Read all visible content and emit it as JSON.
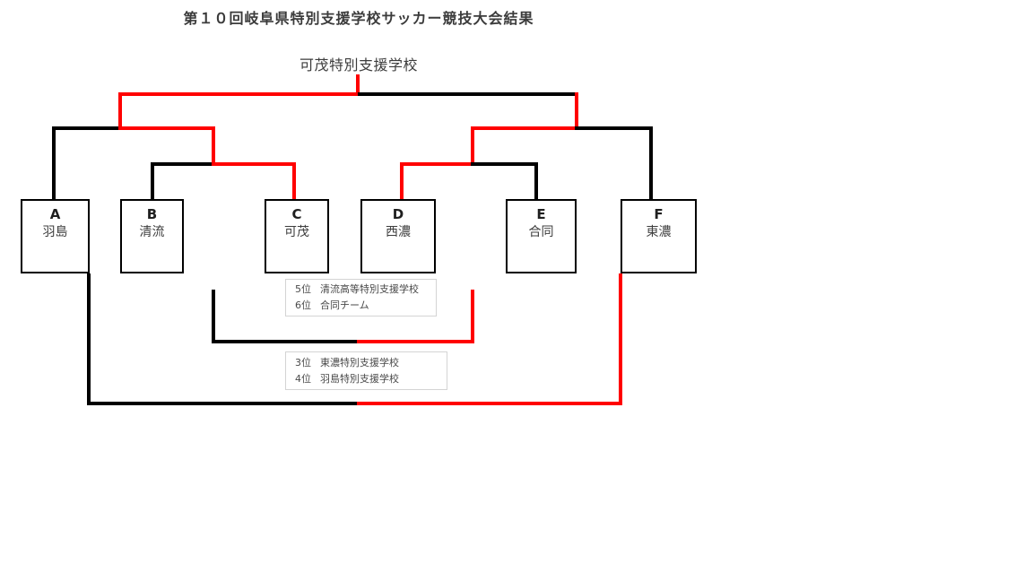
{
  "title": "第１０回岐阜県特別支援学校サッカー競技大会結果",
  "champion": {
    "label": "可茂特別支援学校"
  },
  "bracket": {
    "teams": [
      {
        "seed": "A",
        "name": "羽島"
      },
      {
        "seed": "B",
        "name": "清流"
      },
      {
        "seed": "C",
        "name": "可茂"
      },
      {
        "seed": "D",
        "name": "西濃"
      },
      {
        "seed": "E",
        "name": "合同"
      },
      {
        "seed": "F",
        "name": "東濃"
      }
    ],
    "rounds": {
      "round1": [
        {
          "match": "B vs C",
          "winner": "可茂"
        },
        {
          "match": "D vs E",
          "winner": "西濃"
        }
      ],
      "semifinals": [
        {
          "match": "A vs 可茂",
          "winner": "可茂"
        },
        {
          "match": "西濃 vs F",
          "winner": "西濃"
        }
      ],
      "final": {
        "match": "可茂 vs 西濃",
        "winner": "可茂"
      }
    }
  },
  "results": {
    "fifth_sixth": {
      "rows": [
        {
          "rank": "5位",
          "name": "清流高等特別支援学校"
        },
        {
          "rank": "6位",
          "name": "合同チーム"
        }
      ]
    },
    "third_fourth": {
      "rows": [
        {
          "rank": "3位",
          "name": "東濃特別支援学校"
        },
        {
          "rank": "4位",
          "name": "羽島特別支援学校"
        }
      ]
    }
  },
  "colors": {
    "win": "#ff0000",
    "line": "#000000"
  }
}
